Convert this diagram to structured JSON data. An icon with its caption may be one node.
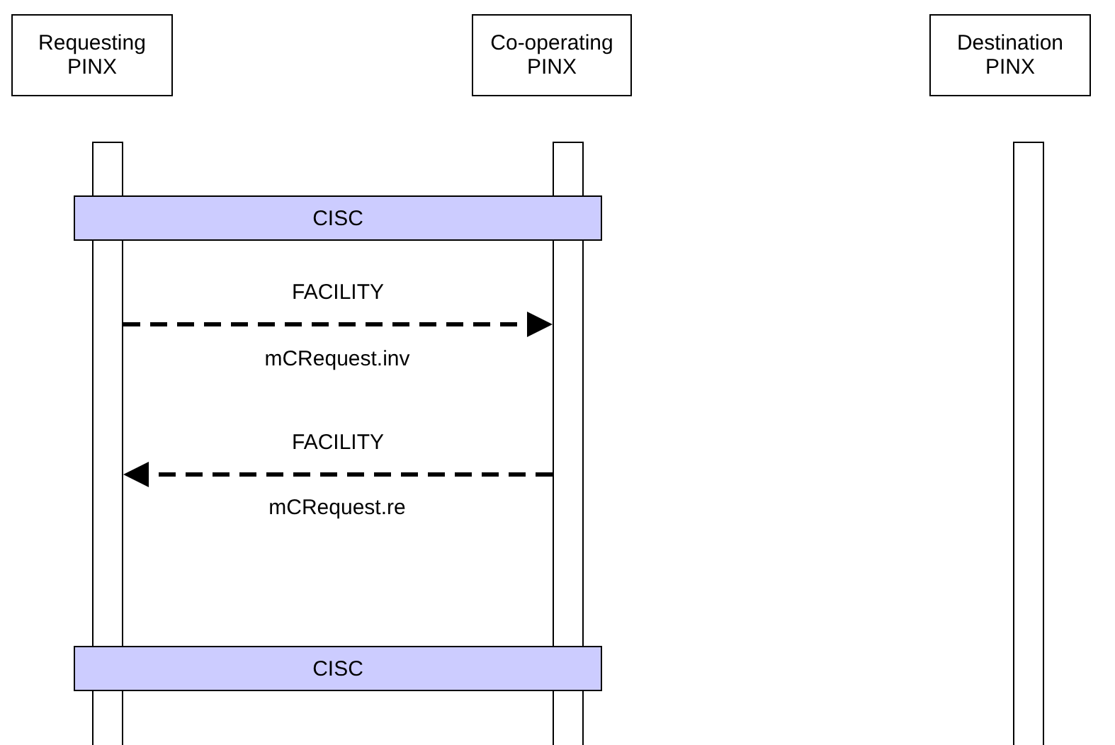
{
  "diagram": {
    "nodes": [
      {
        "text": [
          "Requesting PINX"
        ]
      },
      {
        "text": [
          "Co-operating PINX"
        ]
      },
      {
        "text": [
          "Destination PINX"
        ]
      },
      {
        "text": [],
        "shape": "bar"
      },
      {
        "text": [],
        "shape": "bar"
      },
      {
        "text": [],
        "shape": "bar"
      },
      {
        "text": [
          "CISC"
        ]
      },
      {
        "text": [
          "CISC"
        ]
      }
    ],
    "edges": [
      {
        "from": 3,
        "to": 4,
        "arrow": "to",
        "label": "FACILITY",
        "style": "dashed"
      },
      {
        "from": 4,
        "to": 3,
        "arrow": "to",
        "label": "FACILITY",
        "style": "dashed"
      }
    ],
    "labels": [
      "mCRequest.inv",
      "mCRequest.re"
    ]
  }
}
